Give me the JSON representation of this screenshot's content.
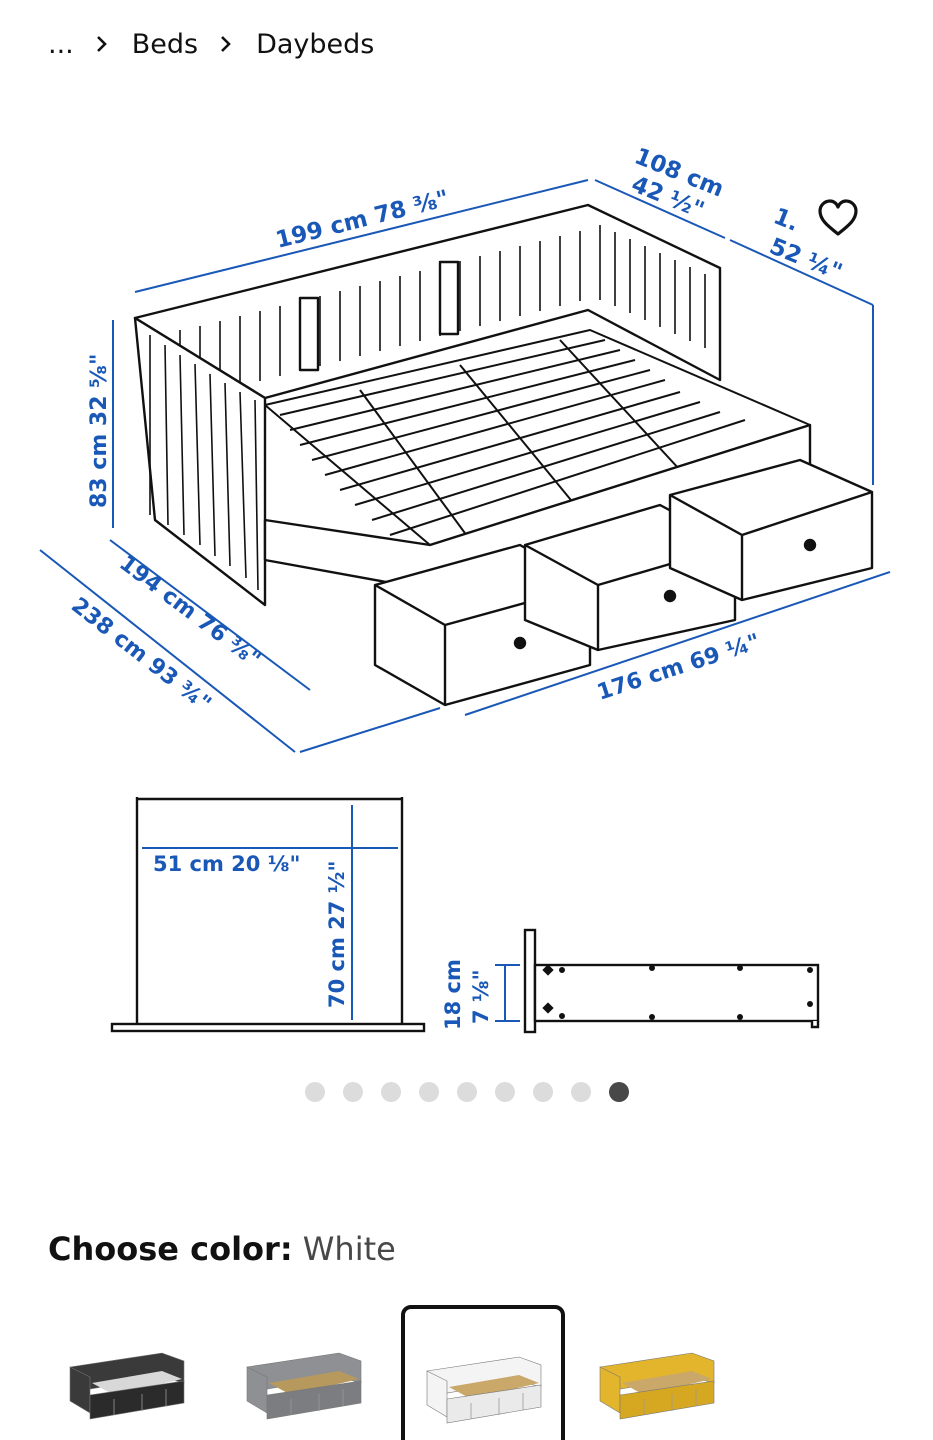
{
  "breadcrumb": {
    "ellipsis": "...",
    "items": [
      {
        "label": "Beds"
      },
      {
        "label": "Daybeds"
      }
    ]
  },
  "dimensions": {
    "length_outer": "199 cm 78 ⅜\"",
    "depth": "108 cm",
    "depth_in": "42 ½\"",
    "width_extended_cm": "1.",
    "width_extended_in": "52 ¼\"",
    "height": "83 cm 32 ⅝\"",
    "length_inner": "194 cm 76 ⅜\"",
    "length_total": "238 cm 93 ¾\"",
    "drawer_span": "176 cm 69 ¼\"",
    "clearance_width": "51 cm 20 ⅛\"",
    "clearance_height": "70 cm 27 ½\"",
    "drawer_height_cm": "18 cm",
    "drawer_height_in": "7 ⅛\""
  },
  "gallery": {
    "image_count": 9,
    "active_index": 8
  },
  "color": {
    "label": "Choose color:",
    "value": "White",
    "options": [
      {
        "name": "black-brown",
        "bed": "#3a3a3a",
        "drawer": "#2b2b2b",
        "cushion": "#d8d8d8"
      },
      {
        "name": "gray",
        "bed": "#8e9094",
        "drawer": "#7b7d81",
        "cushion": "#b7995e"
      },
      {
        "name": "white",
        "bed": "#f4f4f4",
        "drawer": "#eaeaea",
        "cushion": "#c9a86a"
      },
      {
        "name": "yellow",
        "bed": "#e2b52c",
        "drawer": "#d6a821",
        "cushion": "#c9a86a"
      }
    ],
    "selected_index": 2
  }
}
